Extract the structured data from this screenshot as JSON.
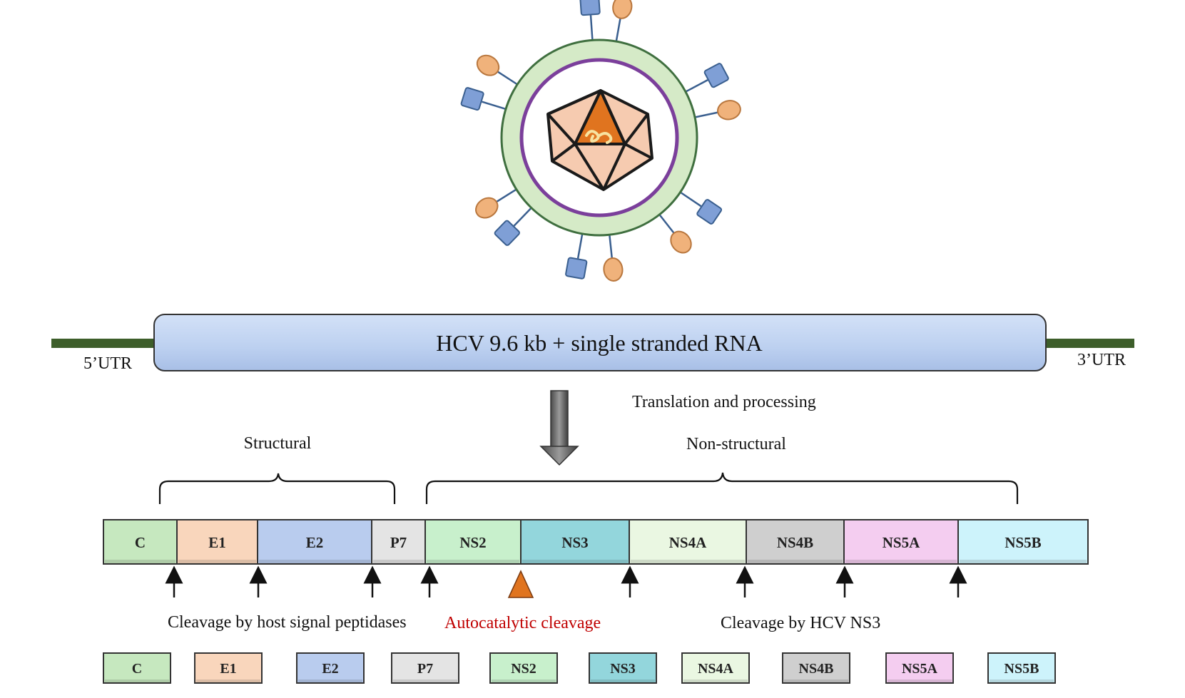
{
  "genome": {
    "label": "HCV 9.6 kb  + single stranded RNA",
    "utr5": "5’UTR",
    "utr3": "3’UTR"
  },
  "process_label": "Translation and processing",
  "groups": {
    "structural": "Structural",
    "nonstructural": "Non-structural"
  },
  "segments": [
    {
      "name": "C",
      "color": "#c6e8bf"
    },
    {
      "name": "E1",
      "color": "#f9d6bc"
    },
    {
      "name": "E2",
      "color": "#b9ccee"
    },
    {
      "name": "P7",
      "color": "#e4e4e4"
    },
    {
      "name": "NS2",
      "color": "#c8f0cc"
    },
    {
      "name": "NS3",
      "color": "#93d6dc"
    },
    {
      "name": "NS4A",
      "color": "#eaf7e2"
    },
    {
      "name": "NS4B",
      "color": "#cfcfcf"
    },
    {
      "name": "NS5A",
      "color": "#f4cdf0"
    },
    {
      "name": "NS5B",
      "color": "#cdf3fb"
    }
  ],
  "cleavage": {
    "host": "Cleavage by host signal peptidases",
    "auto": "Autocatalytic  cleavage",
    "ns3": "Cleavage by HCV NS3"
  },
  "colors": {
    "envelope": "#d5eac7",
    "inner_membrane": "#7b3f9b",
    "capsid": "#f6cbb0",
    "core_triangle": "#e0741f",
    "glyco_round": "#f0b27b",
    "glyco_square": "#7f9fd6",
    "utr_line": "#3d5e2a",
    "genome_bar": "#bcd0f0",
    "auto_marker": "#e0741f",
    "auto_text": "#c00000"
  }
}
